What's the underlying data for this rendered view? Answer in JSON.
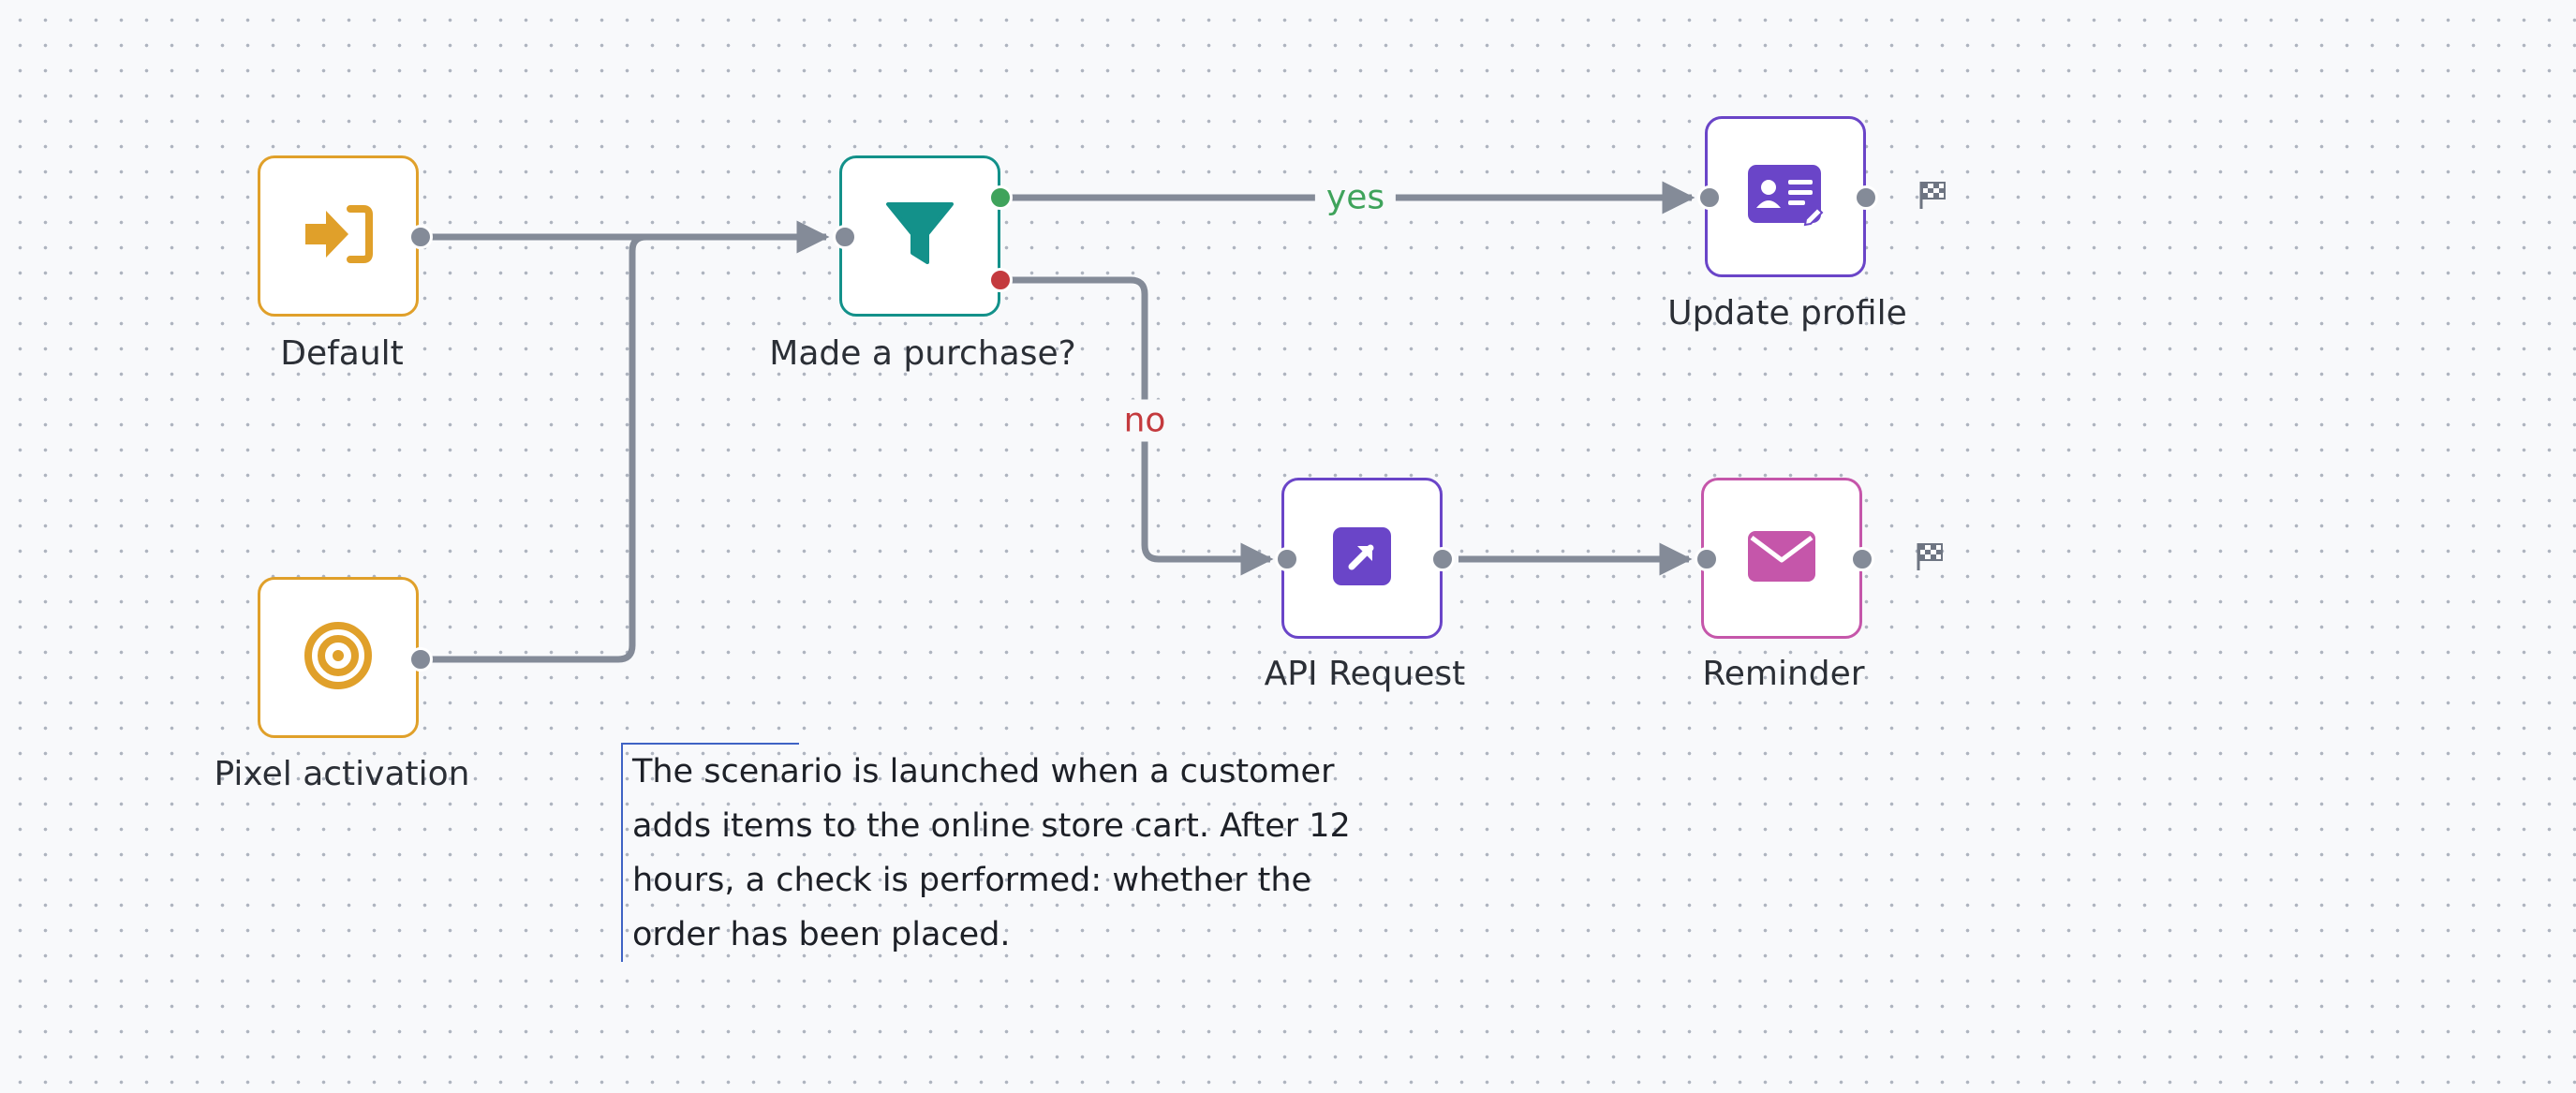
{
  "colors": {
    "start": "#e0a02a",
    "filter": "#13918a",
    "action": "#6a45c8",
    "message": "#c556aa",
    "edge": "#848b98",
    "yes": "#3fa35b",
    "no": "#c43a3e"
  },
  "nodes": {
    "default": {
      "label": "Default",
      "icon": "sign-in-icon"
    },
    "pixel": {
      "label": "Pixel activation",
      "icon": "target-icon"
    },
    "purchase_check": {
      "label": "Made a purchase?",
      "icon": "filter-icon"
    },
    "update_profile": {
      "label": "Update profile",
      "icon": "profile-card-icon"
    },
    "api_request": {
      "label": "API Request",
      "icon": "external-link-icon"
    },
    "reminder": {
      "label": "Reminder",
      "icon": "envelope-icon"
    }
  },
  "edges": {
    "yes_label": "yes",
    "no_label": "no"
  },
  "note": {
    "text": "The scenario is launched when a customer adds items to the online store cart. After 12 hours, a check is performed: whether the order has been placed."
  }
}
